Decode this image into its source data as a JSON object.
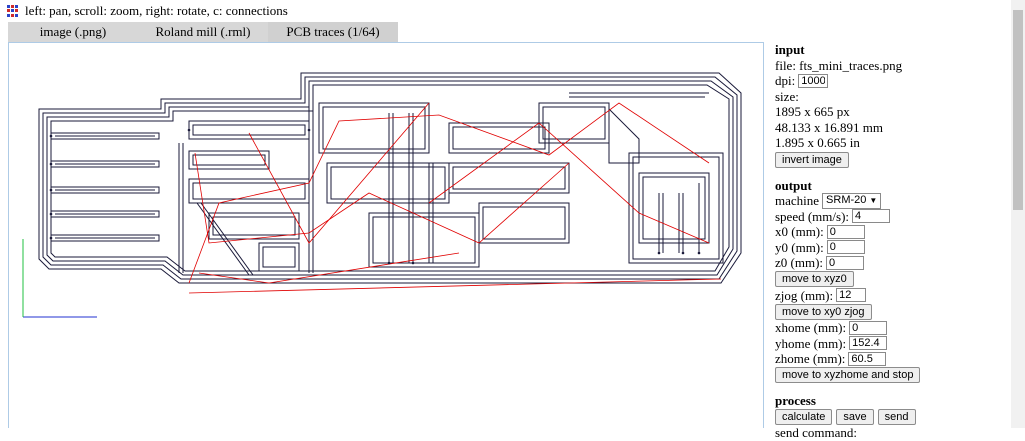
{
  "header": {
    "hint": "left: pan, scroll: zoom, right: rotate, c: connections",
    "icon": "grid-app-icon"
  },
  "tabs": [
    {
      "label": "image (.png)"
    },
    {
      "label": "Roland mill (.rml)"
    },
    {
      "label": "PCB traces (1/64)"
    }
  ],
  "input": {
    "title": "input",
    "file_line": "file: fts_mini_traces.png",
    "dpi_label": "dpi:",
    "dpi_value": "1000",
    "size_label": "size:",
    "size_px": "1895 x 665 px",
    "size_mm": "48.133 x 16.891 mm",
    "size_in": "1.895 x 0.665 in",
    "invert_button": "invert image"
  },
  "output": {
    "title": "output",
    "machine_label": "machine",
    "machine_value": "SRM-20",
    "speed_label": "speed (mm/s):",
    "speed_value": "4",
    "x0_label": "x0 (mm):",
    "x0_value": "0",
    "y0_label": "y0 (mm):",
    "y0_value": "0",
    "z0_label": "z0 (mm):",
    "z0_value": "0",
    "move_xyz0_button": "move to xyz0",
    "zjog_label": "zjog (mm):",
    "zjog_value": "12",
    "move_xy0_button": "move to xy0 zjog",
    "xhome_label": "xhome (mm):",
    "xhome_value": "0",
    "yhome_label": "yhome (mm):",
    "yhome_value": "152.4",
    "zhome_label": "zhome (mm):",
    "zhome_value": "60.5",
    "move_home_button": "move to xyzhome and stop"
  },
  "process": {
    "title": "process",
    "calculate_button": "calculate",
    "save_button": "save",
    "send_button": "send",
    "send_command_label": "send command:"
  },
  "colors": {
    "trace": "#1a1a3a",
    "connection": "#e00000",
    "axis_x": "#2030d0",
    "axis_y": "#20c040",
    "tab_bg": "#d7d7d7",
    "viewer_border": "#aecbe6"
  }
}
